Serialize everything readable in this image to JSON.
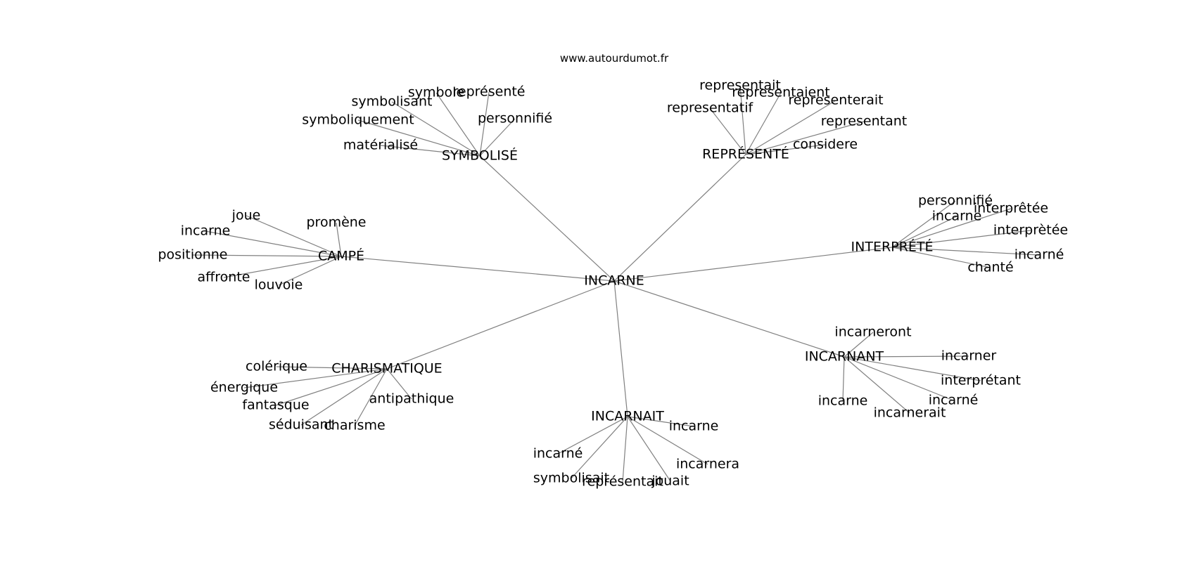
{
  "site": "www.autourdumot.fr",
  "center": "INCARNE",
  "clusters": [
    {
      "label": "SYMBOLISÉ",
      "words": [
        "symbolisant",
        "symbole",
        "représenté",
        "personnifié",
        "symboliquement",
        "matérialisé"
      ]
    },
    {
      "label": "REPRÉSENTÉ",
      "words": [
        "representait",
        "representaient",
        "representerait",
        "representatif",
        "representant",
        "considere"
      ]
    },
    {
      "label": "CAMPÉ",
      "words": [
        "joue",
        "incarne",
        "promène",
        "positionne",
        "affronte",
        "louvoie"
      ]
    },
    {
      "label": "INTERPRÉTÉ",
      "words": [
        "personnifié",
        "interprêtée",
        "incarne",
        "interprètée",
        "incarné",
        "chanté"
      ]
    },
    {
      "label": "CHARISMATIQUE",
      "words": [
        "colérique",
        "énergique",
        "fantasque",
        "antipathique",
        "séduisant",
        "charisme"
      ]
    },
    {
      "label": "INCARNANT",
      "words": [
        "incarneront",
        "incarner",
        "interprétant",
        "incarné",
        "incarnerait",
        "incarne"
      ]
    },
    {
      "label": "INCARNAIT",
      "words": [
        "incarne",
        "incarné",
        "symbolisait",
        "représentait",
        "jouait",
        "incarnera"
      ]
    }
  ]
}
